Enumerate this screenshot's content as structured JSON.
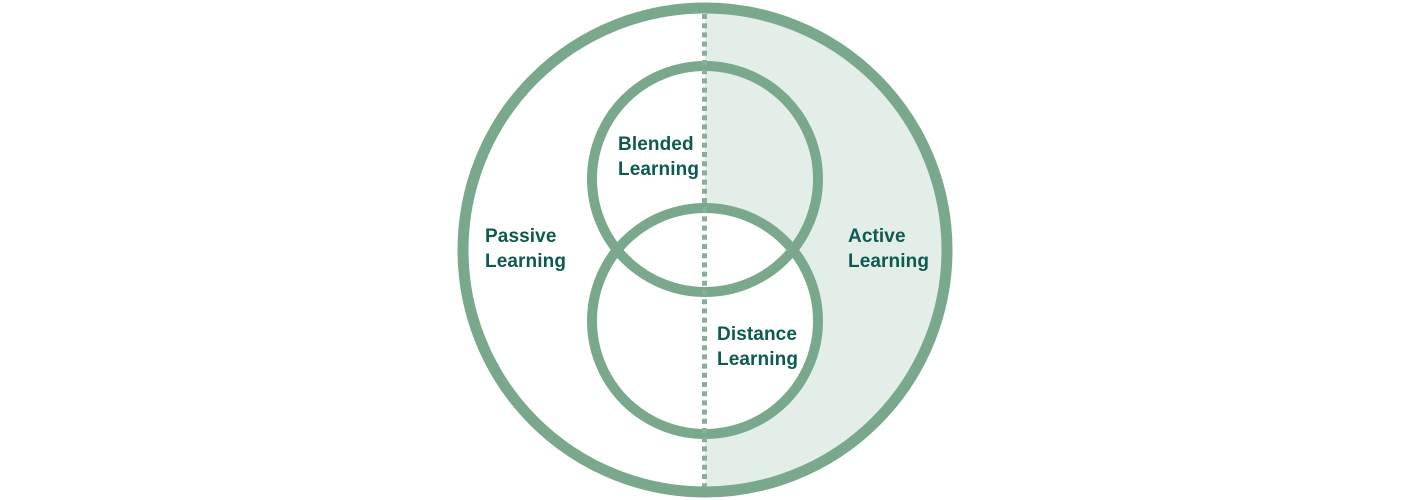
{
  "diagram": {
    "regions": {
      "passive": {
        "label": "Passive\nLearning"
      },
      "active": {
        "label": "Active\nLearning"
      },
      "blended": {
        "label": "Blended\nLearning"
      },
      "distance": {
        "label": "Distance\nLearning"
      }
    },
    "colors": {
      "circle_stroke": "#7aa88d",
      "divider_dots": "#87b098",
      "active_shade": "#e3eee8",
      "label_text": "#0d5a50",
      "background": "#ffffff"
    }
  }
}
